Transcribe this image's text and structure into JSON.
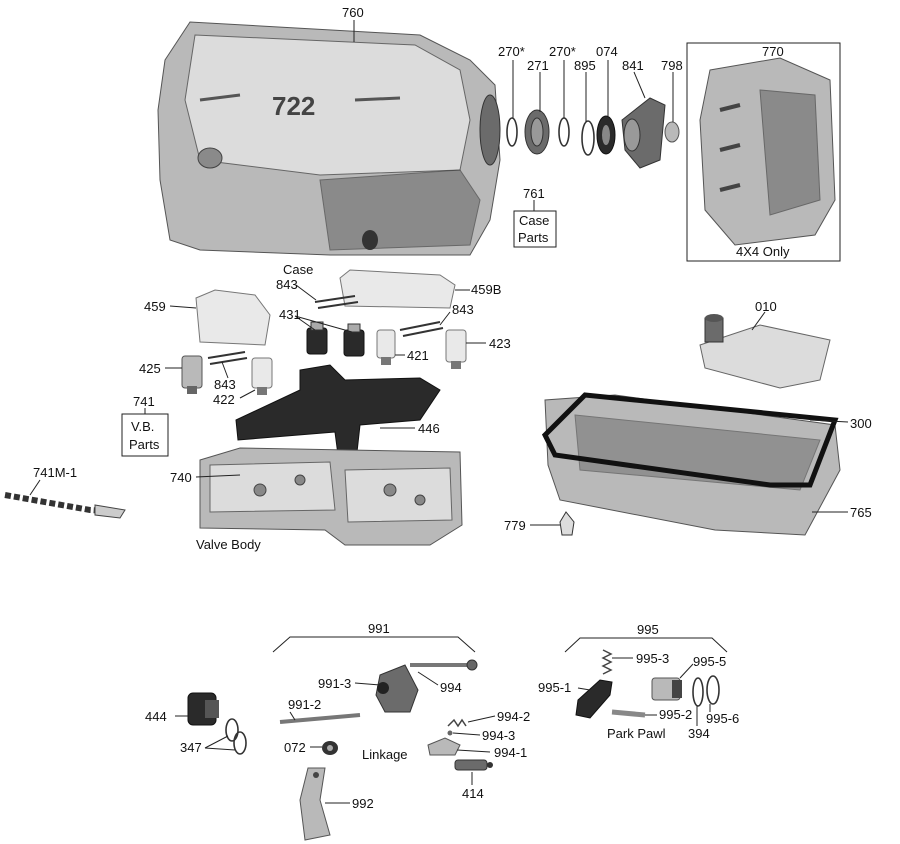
{
  "labels": {
    "760": "760",
    "270a": "270*",
    "271": "271",
    "270b": "270*",
    "895": "895",
    "074": "074",
    "841": "841",
    "798": "798",
    "770": "770",
    "4x4": "4X4 Only",
    "761": "761",
    "761_case": "Case",
    "761_parts": "Parts",
    "case": "Case",
    "843a": "843",
    "459B": "459B",
    "459": "459",
    "431": "431",
    "843b": "843",
    "423": "423",
    "421": "421",
    "425": "425",
    "843c": "843",
    "422": "422",
    "741": "741",
    "741_vb": "V.B.",
    "741_parts": "Parts",
    "446": "446",
    "010": "010",
    "300": "300",
    "741M1": "741M-1",
    "740": "740",
    "765": "765",
    "779": "779",
    "valve_body": "Valve Body",
    "991": "991",
    "995": "995",
    "991_3": "991-3",
    "994": "994",
    "995_3": "995-3",
    "995_5": "995-5",
    "995_1": "995-1",
    "991_2": "991-2",
    "994_2": "994-2",
    "994_3": "994-3",
    "995_2": "995-2",
    "995_6": "995-6",
    "444": "444",
    "072": "072",
    "linkage": "Linkage",
    "994_1": "994-1",
    "park_pawl": "Park Pawl",
    "394": "394",
    "347": "347",
    "414": "414",
    "992": "992"
  }
}
